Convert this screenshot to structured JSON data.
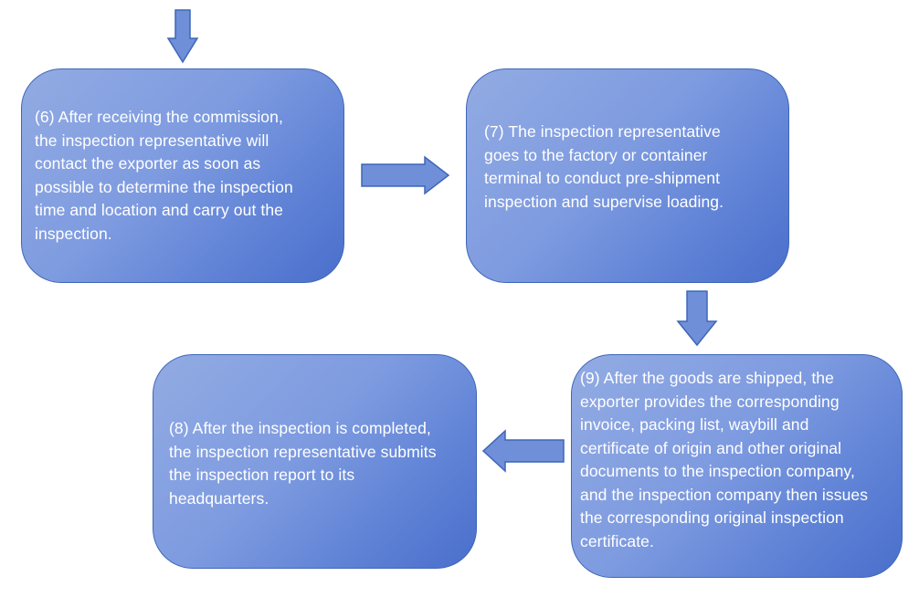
{
  "steps": {
    "step6": {
      "text": "(6) After receiving the commission,\nthe inspection representative will\ncontact the exporter as soon as\npossible to determine the inspection\ntime and location and carry out the\ninspection."
    },
    "step7": {
      "text": "(7) The inspection representative\ngoes to the factory or container\nterminal to conduct pre-shipment\ninspection and supervise loading."
    },
    "step8": {
      "text": "(8) After the inspection is completed,\nthe inspection representative submits\nthe inspection report to its\nheadquarters."
    },
    "step9": {
      "text": "(9) After the goods are shipped, the\nexporter provides the corresponding\ninvoice, packing list, waybill and\ncertificate of origin and other original\ndocuments to the inspection company,\nand the inspection company then issues\nthe corresponding original inspection\ncertificate."
    }
  },
  "colors": {
    "box_fill_light": "#92abe3",
    "box_fill_dark": "#4a6fcc",
    "box_border": "#3f66b8",
    "arrow_fill": "#6f8fd8",
    "arrow_stroke": "#3f66b8",
    "text": "#ffffff"
  }
}
